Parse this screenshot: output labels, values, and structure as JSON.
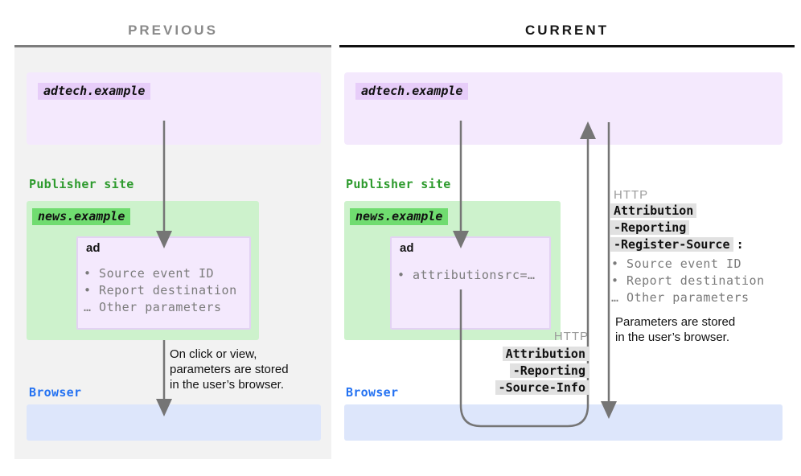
{
  "titles": {
    "previous": "PREVIOUS",
    "current": "CURRENT"
  },
  "previous": {
    "adtech_label": "adtech.example",
    "publisher_label": "Publisher site",
    "news_label": "news.example",
    "ad_title": "ad",
    "ad_items": [
      "• Source event ID",
      "• Report destination",
      "… Other parameters"
    ],
    "caption_lines": [
      "On click or view,",
      "parameters are stored",
      "in the user’s browser."
    ],
    "browser_label": "Browser"
  },
  "current": {
    "adtech_label": "adtech.example",
    "publisher_label": "Publisher site",
    "news_label": "news.example",
    "ad_title": "ad",
    "ad_items": [
      "• attributionsrc=…"
    ],
    "request_header": {
      "protocol": "HTTP",
      "chips": [
        "Attribution",
        "-Reporting",
        "-Source-Info"
      ]
    },
    "response_header": {
      "protocol": "HTTP",
      "chips": [
        "Attribution",
        "-Reporting",
        "-Register-Source"
      ],
      "suffix": ":"
    },
    "response_items": [
      "• Source event ID",
      "• Report destination",
      "… Other parameters"
    ],
    "caption_lines": [
      "Parameters are stored",
      "in the user’s browser."
    ],
    "browser_label": "Browser"
  },
  "colors": {
    "panel_grey": "#f2f2f2",
    "title_grey": "#8a8a8a",
    "purple_box": "#f4e9fd",
    "purple_chip": "#e7cdf9",
    "green_box": "#cdf2cc",
    "green_chip": "#70dc70",
    "green_text": "#2e9b2e",
    "blue_text": "#2472f2",
    "blue_box": "#dde6fb",
    "grey_chip": "#e1e1e1",
    "arrow_grey": "#757575"
  }
}
